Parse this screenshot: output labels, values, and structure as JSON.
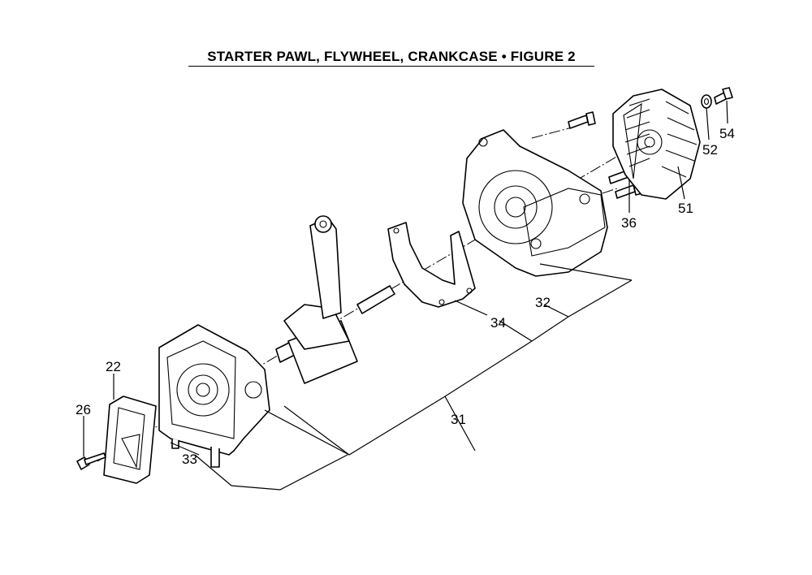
{
  "title": "STARTER PAWL, FLYWHEEL, CRANKCASE  •  FIGURE 2",
  "callouts": {
    "p22": "22",
    "p26": "26",
    "p31": "31",
    "p32": "32",
    "p33": "33",
    "p34": "34",
    "p36": "36",
    "p51": "51",
    "p52": "52",
    "p54": "54"
  }
}
